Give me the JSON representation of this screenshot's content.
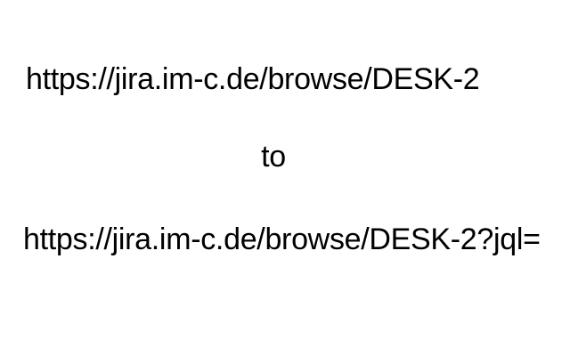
{
  "page": {
    "background": "#ffffff",
    "text_color": "#000000"
  },
  "content": {
    "url_before": "https://jira.im-c.de/browse/DESK-2",
    "connector": "to",
    "url_after": "https://jira.im-c.de/browse/DESK-2?jql="
  }
}
